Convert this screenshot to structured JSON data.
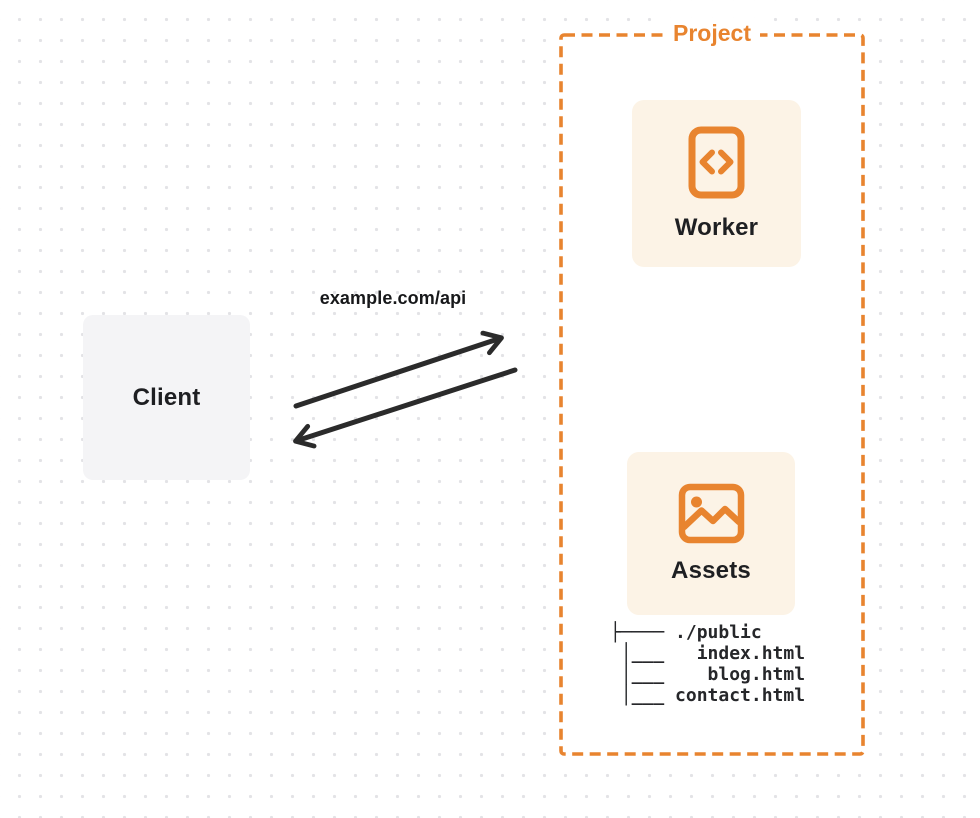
{
  "client": {
    "label": "Client"
  },
  "connection": {
    "url_label": "example.com/api",
    "arrows": [
      {
        "name": "request-arrow",
        "direction": "client-to-project"
      },
      {
        "name": "response-arrow",
        "direction": "project-to-client"
      }
    ]
  },
  "project": {
    "title": "Project",
    "nodes": [
      {
        "label": "Worker",
        "icon": "code-file-icon"
      },
      {
        "label": "Assets",
        "icon": "image-icon"
      }
    ],
    "file_tree": {
      "lines": [
        "├──── ./public",
        " │___   index.html",
        " │___    blog.html",
        " │___ contact.html"
      ]
    }
  },
  "colors": {
    "accent_orange": "#e8842f",
    "card_cream": "#fcf3e6",
    "client_gray": "#f4f4f6",
    "arrow_dark": "#2b2b2b",
    "text_dark": "#1e1f22",
    "dot_gray": "#e3e3e6"
  }
}
